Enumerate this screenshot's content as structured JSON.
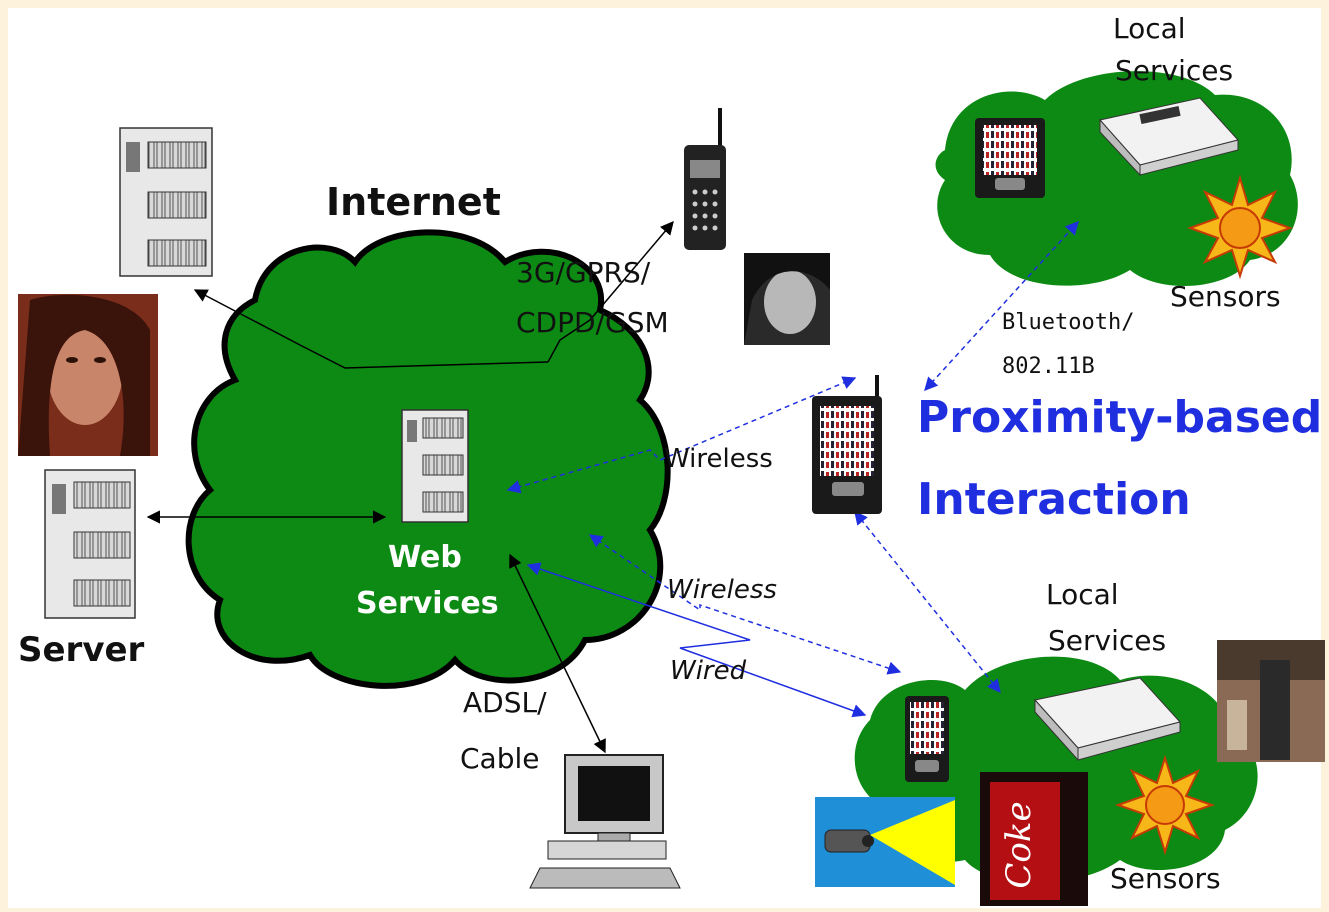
{
  "labels": {
    "internet": "Internet",
    "network_3g": "3G/GPRS/",
    "network_cdpd": "CDPD/GSM",
    "web_services_1": "Web",
    "web_services_2": "Services",
    "server": "Server",
    "wireless_1": "Wireless",
    "wireless_2": "Wireless",
    "wired": "Wired",
    "adsl": "ADSL/",
    "cable": "Cable",
    "bluetooth": "Bluetooth/",
    "standard": "802.11B",
    "proximity_1": "Proximity-based",
    "proximity_2": "Interaction",
    "local_services_top_1": "Local",
    "local_services_top_2": "Services",
    "sensors_top": "Sensors",
    "local_services_bottom_1": "Local",
    "local_services_bottom_2": "Services",
    "sensors_bottom": "Sensors"
  },
  "colors": {
    "cloud_green": "#0d8a14",
    "arrow_blue": "#1f2fe0",
    "label_blue": "#1f2fe0",
    "background": "#fdf3dc"
  },
  "icons": [
    "server-icon",
    "cell-phone-icon",
    "pda-icon",
    "printer-icon",
    "sun-sensor-icon",
    "desktop-computer-icon",
    "portrait-photo",
    "vending-machine-photo",
    "kiosk-photo",
    "projector-icon"
  ]
}
